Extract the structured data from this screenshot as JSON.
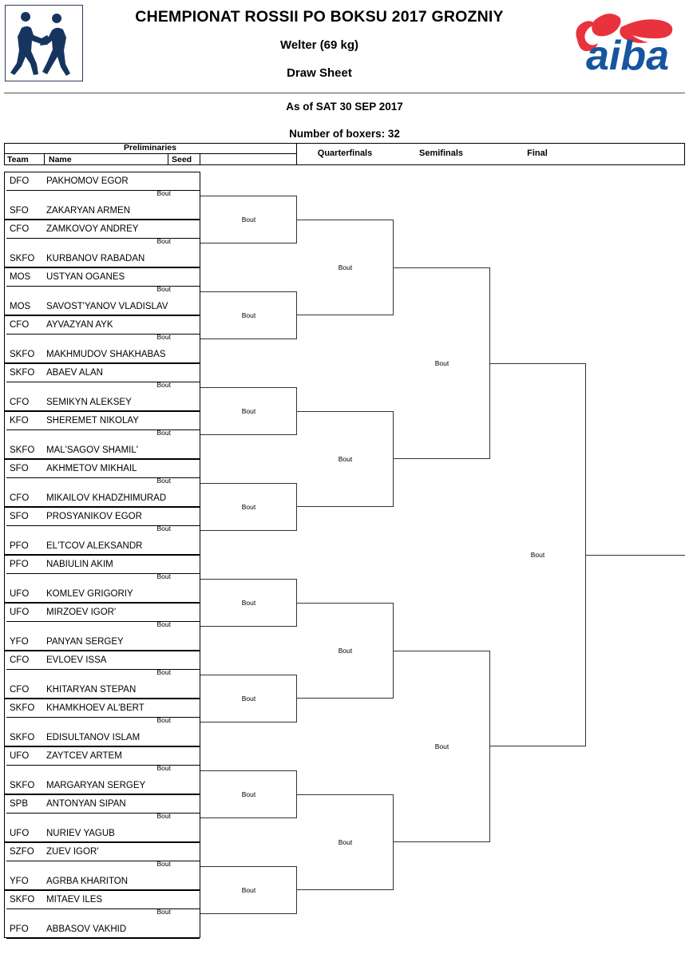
{
  "header": {
    "event_title": "CHEMPIONAT ROSSII PO BOKSU 2017 GROZNIY",
    "weight_class": "Welter (69 kg)",
    "sheet_type": "Draw Sheet",
    "as_of": "As of SAT 30 SEP 2017",
    "boxer_count": "Number of boxers: 32",
    "logo_left_icon": "boxers-icon",
    "logo_right_text": "aiba",
    "aiba_red": "#e8323c",
    "aiba_blue": "#15569f",
    "boxer_icon_color": "#16355e"
  },
  "columns": {
    "preliminaries": "Preliminaries",
    "team": "Team",
    "name": "Name",
    "seed": "Seed",
    "quarterfinals": "Quarterfinals",
    "semifinals": "Semifinals",
    "final": "Final"
  },
  "bout_label": "Bout",
  "preliminaries": [
    {
      "top": {
        "team": "DFO",
        "name": "PAKHOMOV EGOR"
      },
      "bottom": {
        "team": "SFO",
        "name": "ZAKARYAN ARMEN"
      }
    },
    {
      "top": {
        "team": "CFO",
        "name": "ZAMKOVOY ANDREY"
      },
      "bottom": {
        "team": "SKFO",
        "name": "KURBANOV RABADAN"
      }
    },
    {
      "top": {
        "team": "MOS",
        "name": "USTYAN OGANES"
      },
      "bottom": {
        "team": "MOS",
        "name": "SAVOST'YANOV VLADISLAV"
      }
    },
    {
      "top": {
        "team": "CFO",
        "name": "AYVAZYAN AYK"
      },
      "bottom": {
        "team": "SKFO",
        "name": "MAKHMUDOV SHAKHABAS"
      }
    },
    {
      "top": {
        "team": "SKFO",
        "name": "ABAEV ALAN"
      },
      "bottom": {
        "team": "CFO",
        "name": "SEMIKYN ALEKSEY"
      }
    },
    {
      "top": {
        "team": "KFO",
        "name": "SHEREMET NIKOLAY"
      },
      "bottom": {
        "team": "SKFO",
        "name": "MAL'SAGOV SHAMIL'"
      }
    },
    {
      "top": {
        "team": "SFO",
        "name": "AKHMETOV MIKHAIL"
      },
      "bottom": {
        "team": "CFO",
        "name": "MIKAILOV KHADZHIMURAD"
      }
    },
    {
      "top": {
        "team": "SFO",
        "name": "PROSYANIKOV EGOR"
      },
      "bottom": {
        "team": "PFO",
        "name": "EL'TCOV ALEKSANDR"
      }
    },
    {
      "top": {
        "team": "PFO",
        "name": "NABIULIN AKIM"
      },
      "bottom": {
        "team": "UFO",
        "name": "KOMLEV GRIGORIY"
      }
    },
    {
      "top": {
        "team": "UFO",
        "name": "MIRZOEV IGOR'"
      },
      "bottom": {
        "team": "YFO",
        "name": "PANYAN SERGEY"
      }
    },
    {
      "top": {
        "team": "CFO",
        "name": "EVLOEV ISSA"
      },
      "bottom": {
        "team": "CFO",
        "name": "KHITARYAN STEPAN"
      }
    },
    {
      "top": {
        "team": "SKFO",
        "name": "KHAMKHOEV AL'BERT"
      },
      "bottom": {
        "team": "SKFO",
        "name": "EDISULTANOV ISLAM"
      }
    },
    {
      "top": {
        "team": "UFO",
        "name": "ZAYTCEV ARTEM"
      },
      "bottom": {
        "team": "SKFO",
        "name": "MARGARYAN SERGEY"
      }
    },
    {
      "top": {
        "team": "SPB",
        "name": "ANTONYAN SIPAN"
      },
      "bottom": {
        "team": "UFO",
        "name": "NURIEV YAGUB"
      }
    },
    {
      "top": {
        "team": "SZFO",
        "name": "ZUEV IGOR'"
      },
      "bottom": {
        "team": "YFO",
        "name": "AGRBA KHARITON"
      }
    },
    {
      "top": {
        "team": "SKFO",
        "name": "MITAEV ILES"
      },
      "bottom": {
        "team": "PFO",
        "name": "ABBASOV VAKHID"
      }
    }
  ],
  "rounds": {
    "round_of_16": [
      {
        "label": "Bout"
      },
      {
        "label": "Bout"
      },
      {
        "label": "Bout"
      },
      {
        "label": "Bout"
      },
      {
        "label": "Bout"
      },
      {
        "label": "Bout"
      },
      {
        "label": "Bout"
      },
      {
        "label": "Bout"
      }
    ],
    "quarterfinals": [
      {
        "label": "Bout"
      },
      {
        "label": "Bout"
      },
      {
        "label": "Bout"
      },
      {
        "label": "Bout"
      }
    ],
    "semifinals": [
      {
        "label": "Bout"
      },
      {
        "label": "Bout"
      }
    ],
    "final": [
      {
        "label": "Bout"
      }
    ]
  }
}
